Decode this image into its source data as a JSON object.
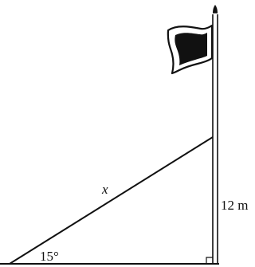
{
  "diagram": {
    "angle_label": "15°",
    "hypotenuse_label": "x",
    "height_label": "12 m"
  },
  "colors": {
    "ink": "#111111",
    "background": "#ffffff"
  },
  "icons": {
    "flag": "flag-icon"
  }
}
